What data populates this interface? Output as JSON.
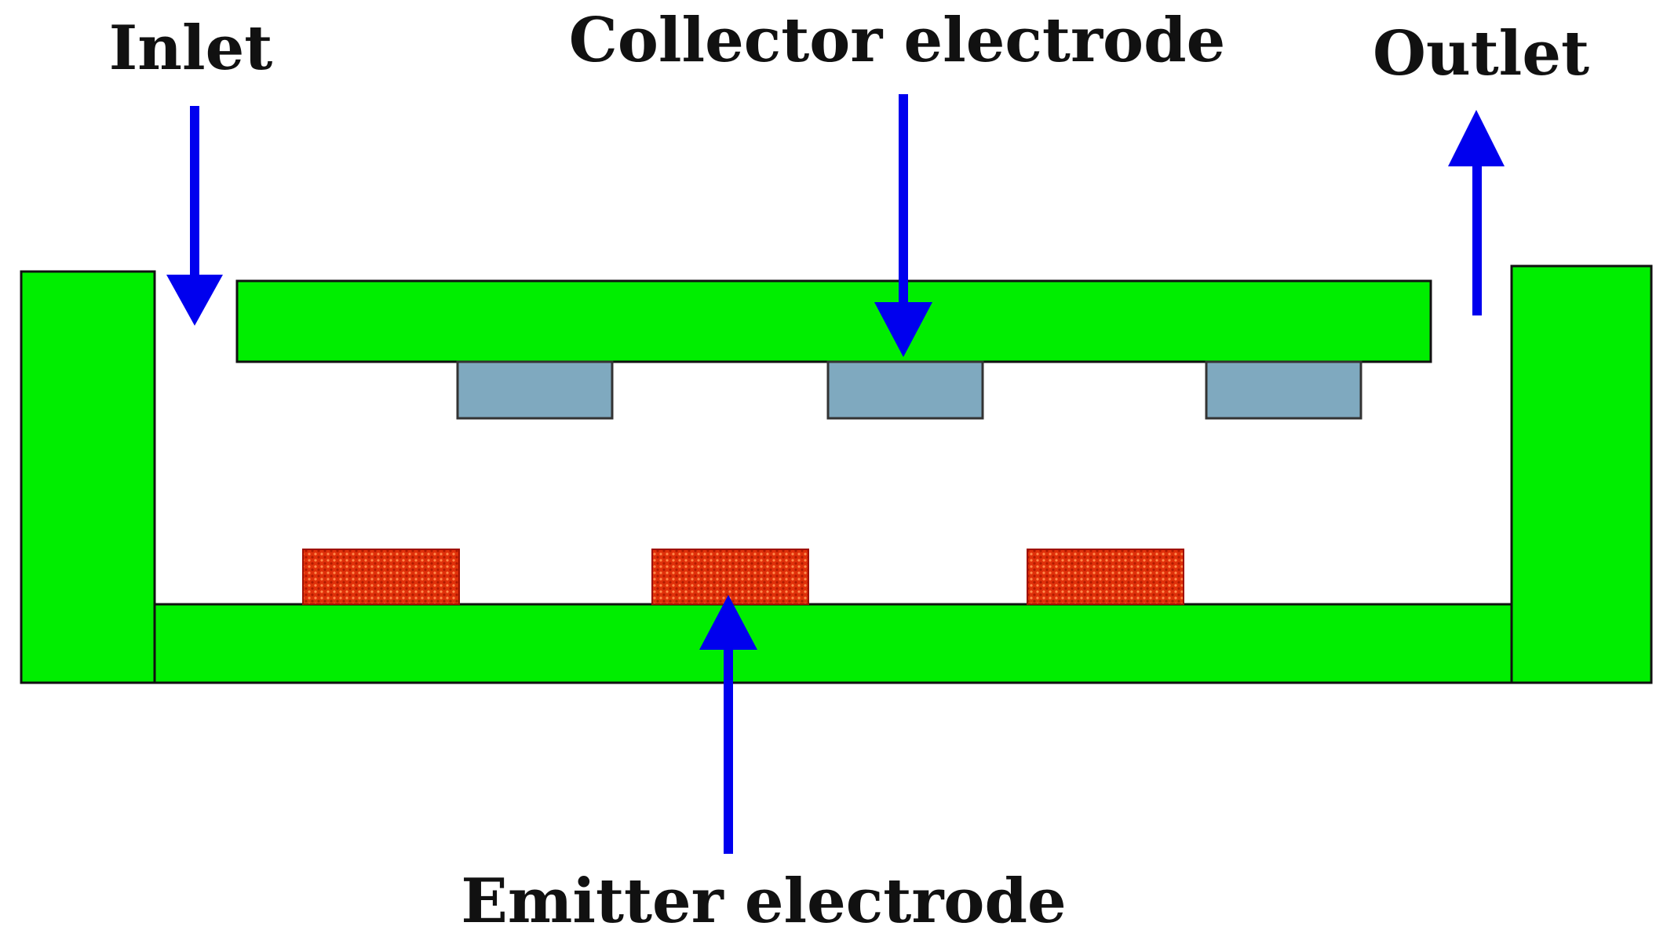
{
  "labels": {
    "inlet": "Inlet",
    "collector": "Collector electrode",
    "outlet": "Outlet",
    "emitter": "Emitter electrode"
  },
  "colors": {
    "housing": "#00ee00",
    "collector_pad": "#7fa9bf",
    "emitter_pad": "#e0300a",
    "arrow": "#0000ee",
    "outline": "#111111",
    "background": "#ffffff"
  },
  "counts": {
    "collector_pads": 3,
    "emitter_pads": 3
  }
}
